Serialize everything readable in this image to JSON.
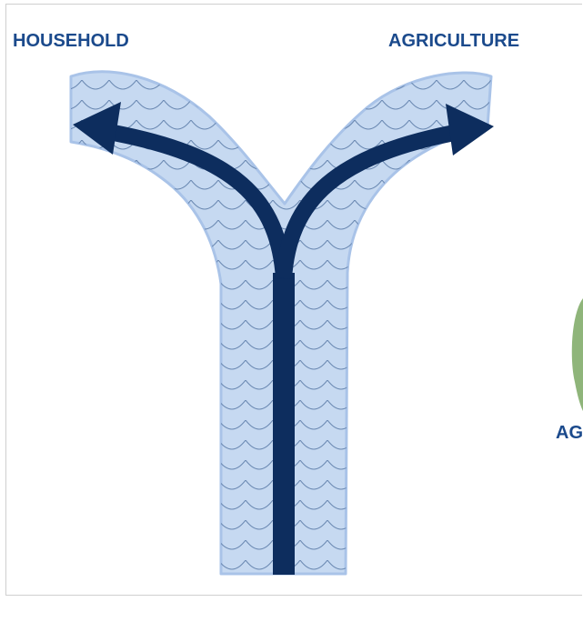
{
  "labels": {
    "left": "HOUSEHOLD",
    "right": "AGRICULTURE",
    "partial_right": "AG"
  },
  "colors": {
    "river_fill": "#c6d9f1",
    "river_edge": "#9bbbe3",
    "wave_line": "#6c8ab3",
    "arrow": "#0d2d5e",
    "label_text": "#1b4a8c",
    "partial_circle": "#8fb57a"
  }
}
